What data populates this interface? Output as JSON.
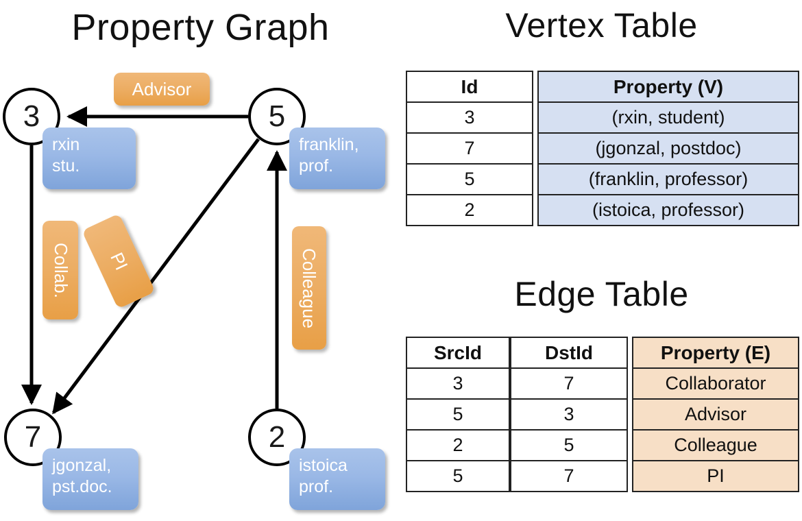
{
  "titles": {
    "property_graph": "Property Graph",
    "vertex_table": "Vertex Table",
    "edge_table": "Edge Table"
  },
  "graph": {
    "nodes": [
      {
        "id": "3",
        "property_label": "rxin\nstu."
      },
      {
        "id": "5",
        "property_label": "franklin,\nprof."
      },
      {
        "id": "7",
        "property_label": "jgonzal,\npst.doc."
      },
      {
        "id": "2",
        "property_label": "istoica\nprof."
      }
    ],
    "node_labels": {
      "n3": "3",
      "n5": "5",
      "n7": "7",
      "n2": "2"
    },
    "property_badges": {
      "rxin_line1": "rxin",
      "rxin_line2": "stu.",
      "franklin_line1": "franklin,",
      "franklin_line2": "prof.",
      "jgonzal_line1": "jgonzal,",
      "jgonzal_line2": "pst.doc.",
      "istoica_line1": "istoica",
      "istoica_line2": "prof."
    },
    "edge_labels": {
      "advisor": "Advisor",
      "collab": "Collab.",
      "pi": "PI",
      "colleague": "Colleague"
    },
    "edges": [
      {
        "from": "5",
        "to": "3",
        "label": "Advisor"
      },
      {
        "from": "3",
        "to": "7",
        "label": "Collab."
      },
      {
        "from": "5",
        "to": "7",
        "label": "PI"
      },
      {
        "from": "2",
        "to": "5",
        "label": "Colleague"
      }
    ]
  },
  "vertex_table": {
    "headers": {
      "id": "Id",
      "property": "Property (V)"
    },
    "rows": [
      {
        "id": "3",
        "property": "(rxin, student)"
      },
      {
        "id": "7",
        "property": "(jgonzal, postdoc)"
      },
      {
        "id": "5",
        "property": "(franklin, professor)"
      },
      {
        "id": "2",
        "property": "(istoica, professor)"
      }
    ]
  },
  "edge_table": {
    "headers": {
      "src": "SrcId",
      "dst": "DstId",
      "property": "Property (E)"
    },
    "rows": [
      {
        "src": "3",
        "dst": "7",
        "property": "Collaborator"
      },
      {
        "src": "5",
        "dst": "3",
        "property": "Advisor"
      },
      {
        "src": "2",
        "dst": "5",
        "property": "Colleague"
      },
      {
        "src": "5",
        "dst": "7",
        "property": "PI"
      }
    ]
  },
  "colors": {
    "vertex_property_fill": "#d6e0f2",
    "edge_property_fill": "#f7dfc6",
    "node_badge_blue": "#9ab8e6",
    "edge_badge_orange": "#ecad63",
    "border": "#222222",
    "background": "#ffffff"
  }
}
